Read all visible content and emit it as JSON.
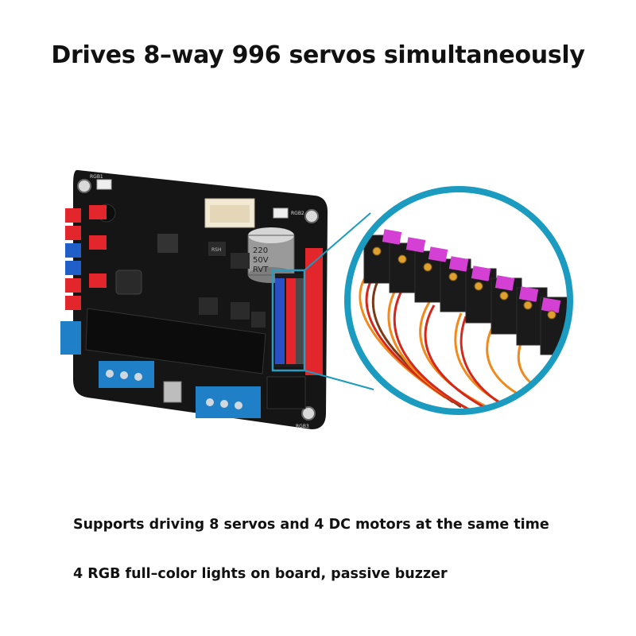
{
  "headline": "Drives 8–way 996 servos simultaneously",
  "features": [
    "Supports driving 8 servos and 4 DC motors at the same time",
    "4 RGB full–color lights on board, passive buzzer"
  ],
  "board": {
    "capacitor_label": [
      "220",
      "50V",
      "RVT"
    ],
    "rgb_labels": [
      "RGB1",
      "RGB2",
      "RGB3"
    ],
    "chip_label": "RSH"
  },
  "colors": {
    "accent_circle": "#1a9bbf",
    "highlight_box": "#2c9dc0",
    "servo_label": "#d43fd4",
    "pcb": "#1a1a1a",
    "header_red": "#e3262b",
    "terminal_blue": "#1f7fc7",
    "wire_orange": "#f08a1c",
    "wire_red": "#d4281c",
    "wire_brown": "#7a3a18"
  }
}
